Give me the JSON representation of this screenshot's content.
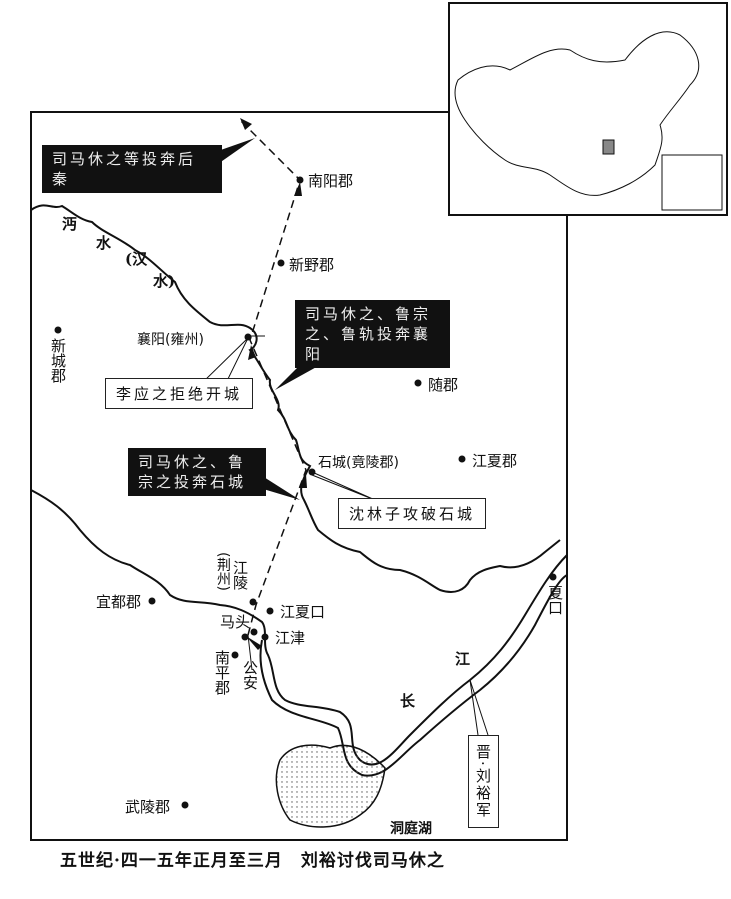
{
  "title": "五世纪·四一五年正月至三月　刘裕讨伐司马休之",
  "places": {
    "nanyang": "南阳郡",
    "xinye": "新野郡",
    "xiangyang": "襄阳(雍州)",
    "xincheng": "新城郡",
    "suijun": "随郡",
    "shicheng": "石城(竟陵郡)",
    "jiangxiajun": "江夏郡",
    "jiangling": "江陵",
    "jingzhou": "(荆州)",
    "jiangxiakou": "江夏口",
    "matou": "马头",
    "jiangjin": "江津",
    "nanping": "南平郡",
    "gongan": "公安",
    "yidu": "宜都郡",
    "wuling": "武陵郡",
    "xiakou": "夏口"
  },
  "rivers": {
    "mian_1": "沔",
    "mian_2": "水",
    "mian_3": "(汉",
    "mian_4": "水)",
    "chang": "长",
    "jiang": "江",
    "dongting": "洞庭湖"
  },
  "callouts": {
    "houqin": "司马休之等投奔后秦",
    "xiangyang_flee": "司马休之、鲁宗之、鲁轨投奔襄阳",
    "shicheng_flee": "司马休之、鲁宗之投奔石城",
    "li_ying": "李应之拒绝开城",
    "shen_linzi": "沈林子攻破石城",
    "jin_army": "晋·刘裕军"
  }
}
